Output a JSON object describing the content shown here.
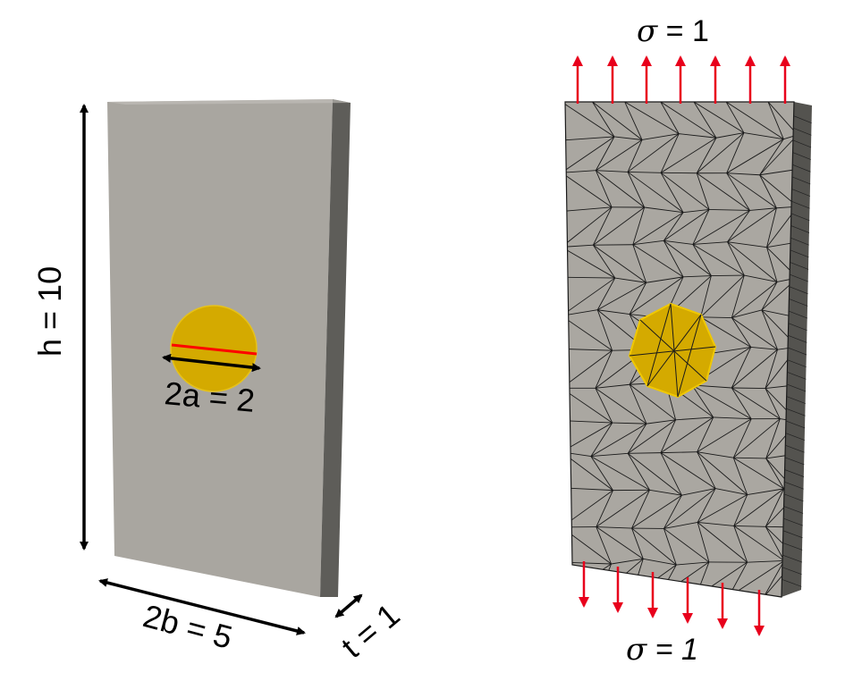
{
  "labels": {
    "height": "h = 10",
    "crack": "2a = 2",
    "width": "2b = 5",
    "thickness": "t = 1",
    "stress_top_symbol": "σ",
    "stress_top_value": " = 1",
    "stress_bottom_symbol": "σ",
    "stress_bottom_value": " = 1"
  },
  "colors": {
    "plate_face": "#a9a6a0",
    "plate_side": "#5e5d59",
    "inclusion": "#d4aa00",
    "crack": "#ff0000",
    "load_arrow": "#e8001c",
    "mesh_line": "#1a1a1a"
  }
}
